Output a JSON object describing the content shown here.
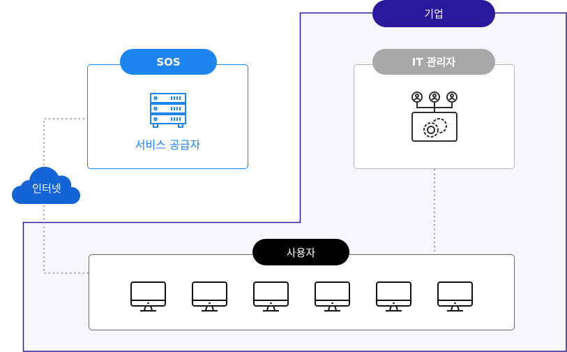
{
  "enterprise": {
    "label": "기업",
    "color": "#2a1a9b",
    "fill": "#f6f6fb"
  },
  "sos": {
    "label": "SOS",
    "color": "#1e84ee",
    "caption": "서비스 공급자",
    "icon": "server-rack-icon"
  },
  "it_admin": {
    "label": "IT 관리자",
    "color": "#a8a8a8",
    "icon": "admin-users-gear-icon"
  },
  "internet": {
    "label": "인터넷",
    "color": "#1564d6",
    "icon": "cloud-icon"
  },
  "users": {
    "label": "사용자",
    "color": "#000000",
    "device_icon": "desktop-monitor-icon",
    "device_count": 6
  },
  "connector_color": "#a9a9a9"
}
